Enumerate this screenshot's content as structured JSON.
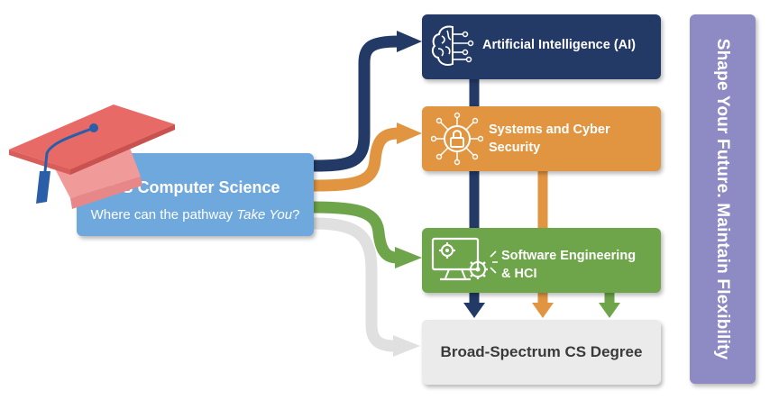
{
  "source": {
    "title": "BS Computer Science",
    "subtitle_prefix": "Where can the pathway ",
    "subtitle_emphasis": "Take You",
    "subtitle_suffix": "?"
  },
  "pathways": {
    "ai": {
      "label": "Artificial Intelligence (AI)",
      "icon": "brain-circuit-icon",
      "color": "#233a66"
    },
    "security": {
      "label_line1": "Systems and Cyber",
      "label_line2": "Security",
      "icon": "lock-circuit-icon",
      "color": "#e29541"
    },
    "software": {
      "label_line1": "Software Engineering",
      "label_line2": "& HCI",
      "icon": "monitor-gears-icon",
      "color": "#6ea44a"
    },
    "broad": {
      "label": "Broad-Spectrum CS Degree",
      "color": "#ebebeb"
    }
  },
  "side_banner": {
    "text": "Shape Your Future.  Maintain Flexibility",
    "color": "#8e8bc4"
  },
  "decoration": {
    "icon": "graduation-cap-icon"
  }
}
